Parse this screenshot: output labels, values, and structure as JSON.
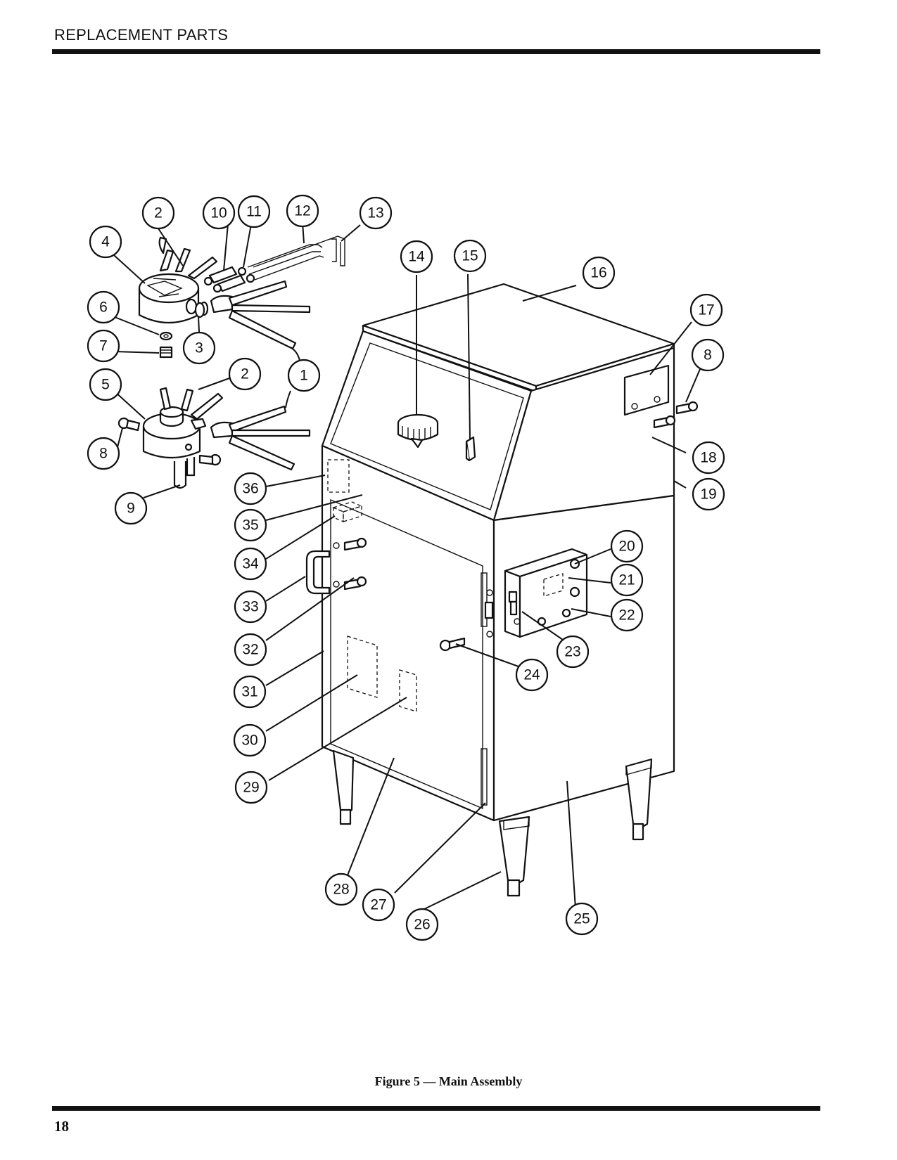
{
  "header": {
    "title": "REPLACEMENT PARTS"
  },
  "figure": {
    "caption": "Figure 5 — Main Assembly"
  },
  "footer": {
    "page_number": "18"
  },
  "callouts": [
    {
      "id": "c1",
      "label": "1"
    },
    {
      "id": "c2a",
      "label": "2"
    },
    {
      "id": "c2b",
      "label": "2"
    },
    {
      "id": "c3",
      "label": "3"
    },
    {
      "id": "c4",
      "label": "4"
    },
    {
      "id": "c5",
      "label": "5"
    },
    {
      "id": "c6",
      "label": "6"
    },
    {
      "id": "c7",
      "label": "7"
    },
    {
      "id": "c8a",
      "label": "8"
    },
    {
      "id": "c8b",
      "label": "8"
    },
    {
      "id": "c9",
      "label": "9"
    },
    {
      "id": "c10",
      "label": "10"
    },
    {
      "id": "c11",
      "label": "11"
    },
    {
      "id": "c12",
      "label": "12"
    },
    {
      "id": "c13",
      "label": "13"
    },
    {
      "id": "c14",
      "label": "14"
    },
    {
      "id": "c15",
      "label": "15"
    },
    {
      "id": "c16",
      "label": "16"
    },
    {
      "id": "c17",
      "label": "17"
    },
    {
      "id": "c18",
      "label": "18"
    },
    {
      "id": "c19",
      "label": "19"
    },
    {
      "id": "c20",
      "label": "20"
    },
    {
      "id": "c21",
      "label": "21"
    },
    {
      "id": "c22",
      "label": "22"
    },
    {
      "id": "c23",
      "label": "23"
    },
    {
      "id": "c24",
      "label": "24"
    },
    {
      "id": "c25",
      "label": "25"
    },
    {
      "id": "c26",
      "label": "26"
    },
    {
      "id": "c27",
      "label": "27"
    },
    {
      "id": "c28",
      "label": "28"
    },
    {
      "id": "c29",
      "label": "29"
    },
    {
      "id": "c30",
      "label": "30"
    },
    {
      "id": "c31",
      "label": "31"
    },
    {
      "id": "c32",
      "label": "32"
    },
    {
      "id": "c33",
      "label": "33"
    },
    {
      "id": "c34",
      "label": "34"
    },
    {
      "id": "c35",
      "label": "35"
    },
    {
      "id": "c36",
      "label": "36"
    }
  ]
}
